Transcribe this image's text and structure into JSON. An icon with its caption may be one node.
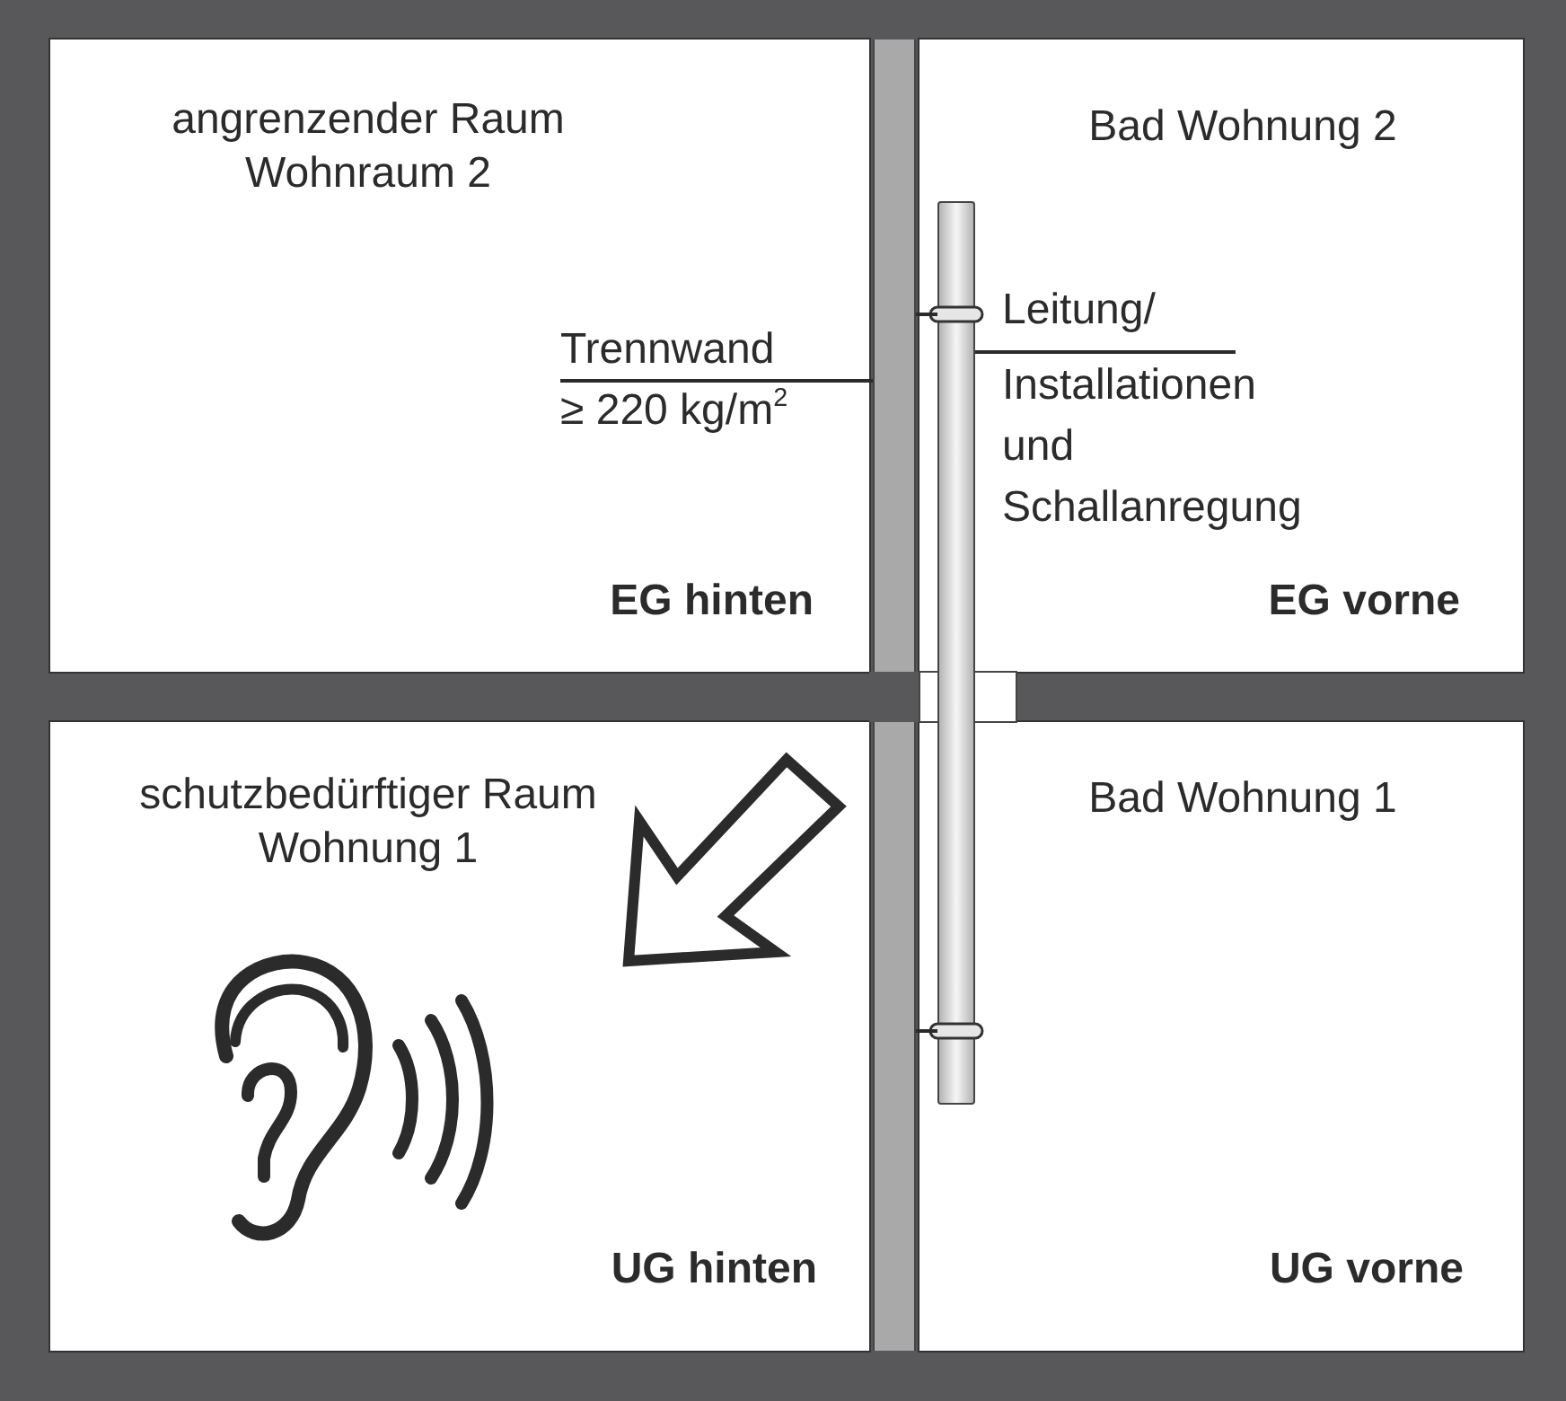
{
  "diagram": {
    "nodes": [
      {
        "text": [
          "angrenzender Raum Wohnraum 2",
          "EG hinten"
        ]
      },
      {
        "text": [
          "Trennwand",
          "≥ 220 kg/m$^{2}$"
        ],
        "in": 0
      },
      {
        "text": [
          "Bad Wohnung 2",
          "EG vorne"
        ]
      },
      {
        "text": [
          "Leitung/",
          "Installationen und Schallanregung"
        ],
        "in": 2
      },
      {
        "text": [
          "schutzbedürftiger Raum Wohnung 1",
          "UG hinten"
        ]
      },
      {
        "text": [
          "Bad Wohnung 1",
          "UG vorne"
        ]
      },
      {
        "text": [],
        "shape": "bar"
      },
      {
        "text": [],
        "shape": "cylinder"
      }
    ],
    "edges": [
      {
        "from": 1,
        "to": 6,
        "arrow": "none"
      },
      {
        "from": 3,
        "to": 7,
        "arrow": "none"
      },
      {
        "from": 7,
        "to": 6,
        "arrow": "none"
      },
      {
        "from": 7,
        "to": 6,
        "arrow": "none"
      }
    ]
  }
}
